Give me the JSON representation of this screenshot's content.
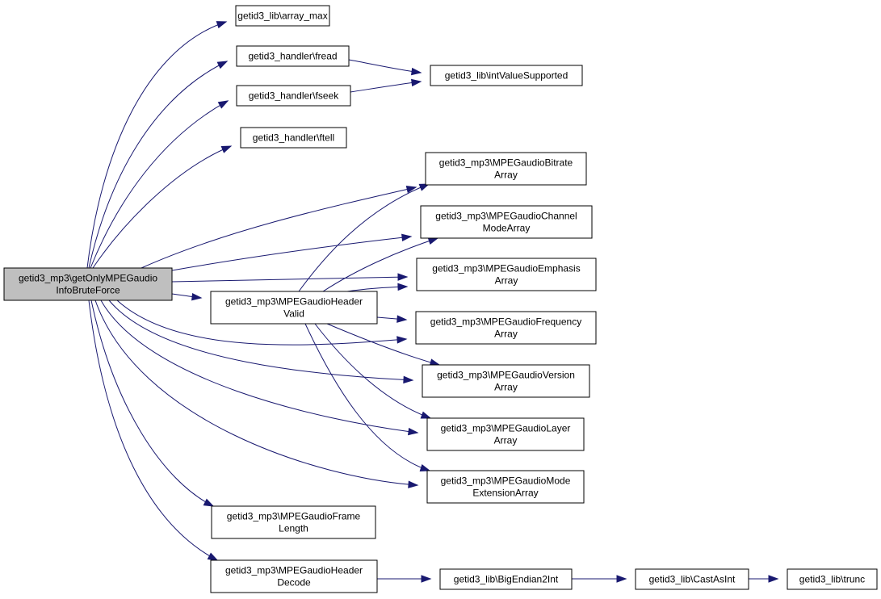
{
  "diagram": {
    "nodes": {
      "root": [
        "getid3_mp3\\getOnlyMPEGaudio",
        "InfoBruteForce"
      ],
      "array_max": [
        "getid3_lib\\array_max"
      ],
      "fread": [
        "getid3_handler\\fread"
      ],
      "fseek": [
        "getid3_handler\\fseek"
      ],
      "ftell": [
        "getid3_handler\\ftell"
      ],
      "intValueSupported": [
        "getid3_lib\\intValueSupported"
      ],
      "bitrateArray": [
        "getid3_mp3\\MPEGaudioBitrate",
        "Array"
      ],
      "channelModeArray": [
        "getid3_mp3\\MPEGaudioChannel",
        "ModeArray"
      ],
      "emphasisArray": [
        "getid3_mp3\\MPEGaudioEmphasis",
        "Array"
      ],
      "headerValid": [
        "getid3_mp3\\MPEGaudioHeader",
        "Valid"
      ],
      "frequencyArray": [
        "getid3_mp3\\MPEGaudioFrequency",
        "Array"
      ],
      "versionArray": [
        "getid3_mp3\\MPEGaudioVersion",
        "Array"
      ],
      "layerArray": [
        "getid3_mp3\\MPEGaudioLayer",
        "Array"
      ],
      "modeExtensionArray": [
        "getid3_mp3\\MPEGaudioMode",
        "ExtensionArray"
      ],
      "frameLength": [
        "getid3_mp3\\MPEGaudioFrame",
        "Length"
      ],
      "headerDecode": [
        "getid3_mp3\\MPEGaudioHeader",
        "Decode"
      ],
      "bigEndian2Int": [
        "getid3_lib\\BigEndian2Int"
      ],
      "castAsInt": [
        "getid3_lib\\CastAsInt"
      ],
      "trunc": [
        "getid3_lib\\trunc"
      ]
    },
    "edges": [
      [
        "root",
        "array_max"
      ],
      [
        "root",
        "fread"
      ],
      [
        "root",
        "fseek"
      ],
      [
        "root",
        "ftell"
      ],
      [
        "root",
        "bitrateArray"
      ],
      [
        "root",
        "channelModeArray"
      ],
      [
        "root",
        "emphasisArray"
      ],
      [
        "root",
        "headerValid"
      ],
      [
        "root",
        "frequencyArray"
      ],
      [
        "root",
        "versionArray"
      ],
      [
        "root",
        "layerArray"
      ],
      [
        "root",
        "modeExtensionArray"
      ],
      [
        "root",
        "frameLength"
      ],
      [
        "root",
        "headerDecode"
      ],
      [
        "fread",
        "intValueSupported"
      ],
      [
        "fseek",
        "intValueSupported"
      ],
      [
        "headerValid",
        "bitrateArray"
      ],
      [
        "headerValid",
        "channelModeArray"
      ],
      [
        "headerValid",
        "emphasisArray"
      ],
      [
        "headerValid",
        "frequencyArray"
      ],
      [
        "headerValid",
        "versionArray"
      ],
      [
        "headerValid",
        "layerArray"
      ],
      [
        "headerValid",
        "modeExtensionArray"
      ],
      [
        "headerDecode",
        "bigEndian2Int"
      ],
      [
        "bigEndian2Int",
        "castAsInt"
      ],
      [
        "castAsInt",
        "trunc"
      ]
    ],
    "highlighted_node": "root",
    "colors": {
      "edge": "#191970",
      "node_fill": "#ffffff",
      "highlight_fill": "#bfbfbf",
      "node_border": "#000000"
    }
  }
}
